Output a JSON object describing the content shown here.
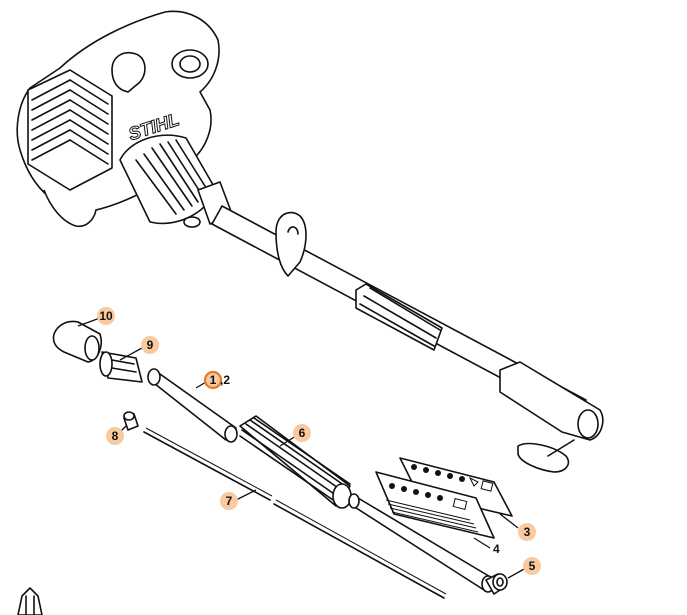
{
  "diagram": {
    "brand_text": "STIHL",
    "callouts": [
      {
        "id": "10",
        "label": "10",
        "style": "badge"
      },
      {
        "id": "9",
        "label": "9",
        "style": "badge"
      },
      {
        "id": "1",
        "label": "1",
        "style": "ring"
      },
      {
        "id": "2",
        "label": ",2",
        "style": "plain"
      },
      {
        "id": "8",
        "label": "8",
        "style": "badge"
      },
      {
        "id": "6",
        "label": "6",
        "style": "badge"
      },
      {
        "id": "7",
        "label": "7",
        "style": "badge"
      },
      {
        "id": "3",
        "label": "3",
        "style": "badge"
      },
      {
        "id": "4",
        "label": "4",
        "style": "plain"
      },
      {
        "id": "5",
        "label": "5",
        "style": "badge"
      }
    ],
    "colors": {
      "badge_fill": "#f9c9a0",
      "ring_stroke": "#e87722",
      "line": "#111111"
    }
  }
}
